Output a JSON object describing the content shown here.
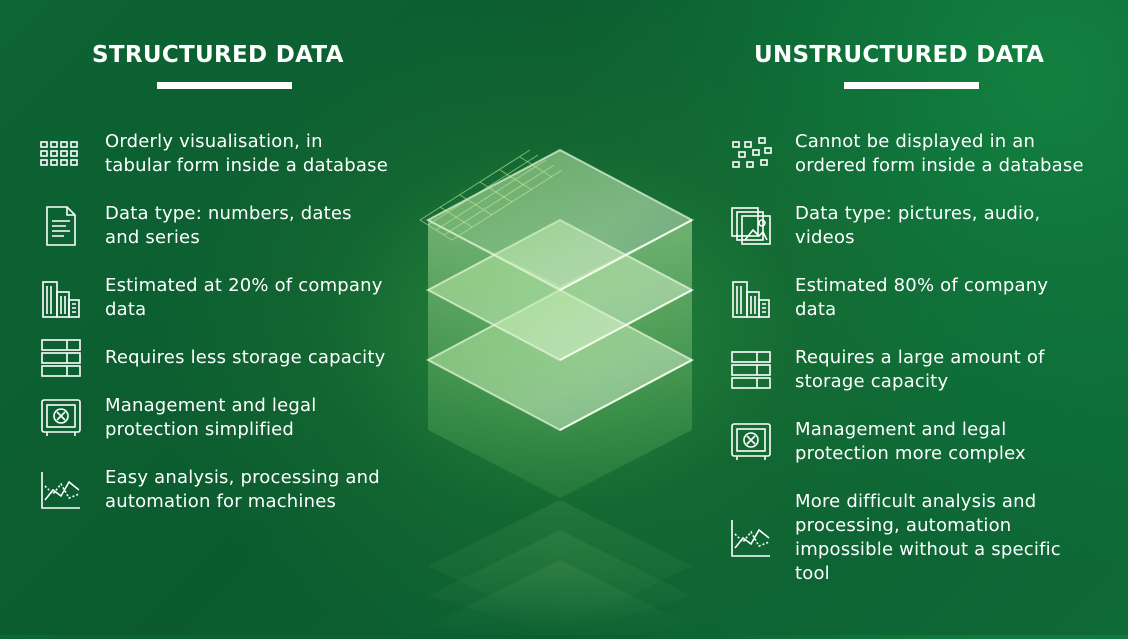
{
  "structured": {
    "title": "STRUCTURED DATA",
    "items": [
      {
        "icon": "grid-icon",
        "text": "Orderly visualisation, in\ntabular form inside a database"
      },
      {
        "icon": "document-icon",
        "text": "Data type: numbers, dates\nand series"
      },
      {
        "icon": "buildings-icon",
        "text": "Estimated at 20% of company\ndata"
      },
      {
        "icon": "server-icon",
        "text": "Requires less storage capacity"
      },
      {
        "icon": "safe-icon",
        "text": "Management and legal\nprotection simplified"
      },
      {
        "icon": "analytics-chart-icon",
        "text": "Easy analysis, processing and\nautomation for machines"
      }
    ]
  },
  "unstructured": {
    "title": "UNSTRUCTURED DATA",
    "items": [
      {
        "icon": "scattered-squares-icon",
        "text": "Cannot be displayed in an\nordered form inside a database"
      },
      {
        "icon": "media-files-icon",
        "text": "Data type: pictures, audio,\nvideos"
      },
      {
        "icon": "buildings-icon",
        "text": "Estimated 80% of company\ndata"
      },
      {
        "icon": "server-icon",
        "text": "Requires a large amount of\nstorage capacity"
      },
      {
        "icon": "safe-icon",
        "text": "Management and legal\nprotection more complex"
      },
      {
        "icon": "analytics-chart-icon",
        "text": "More difficult analysis and\nprocessing, automation\nimpossible without a specific\ntool"
      }
    ]
  }
}
